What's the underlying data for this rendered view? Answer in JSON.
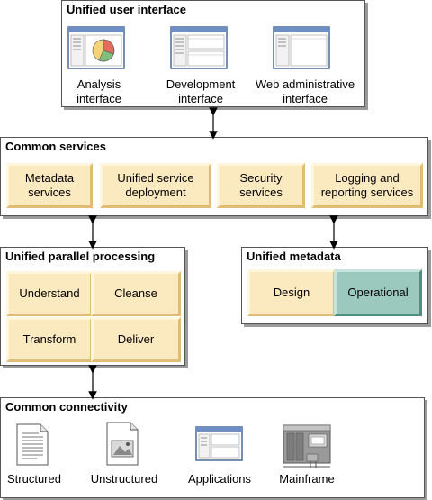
{
  "unified_ui": {
    "title": "Unified user interface",
    "items": [
      {
        "label": "Analysis interface",
        "icon": "analysis-window-pie-chart-icon"
      },
      {
        "label": "Development interface",
        "icon": "development-window-icon"
      },
      {
        "label": "Web administrative interface",
        "icon": "web-admin-window-icon"
      }
    ]
  },
  "common_services": {
    "title": "Common services",
    "items": [
      "Metadata services",
      "Unified service deployment",
      "Security services",
      "Logging and reporting services"
    ]
  },
  "parallel_processing": {
    "title": "Unified parallel processing",
    "items": [
      "Understand",
      "Cleanse",
      "Transform",
      "Deliver"
    ]
  },
  "unified_metadata": {
    "title": "Unified metadata",
    "items": [
      "Design",
      "Operational"
    ]
  },
  "connectivity": {
    "title": "Common connectivity",
    "items": [
      {
        "label": "Structured",
        "icon": "structured-document-icon"
      },
      {
        "label": "Unstructured",
        "icon": "unstructured-document-icon"
      },
      {
        "label": "Applications",
        "icon": "application-window-icon"
      },
      {
        "label": "Mainframe",
        "icon": "mainframe-icon"
      }
    ]
  },
  "colors": {
    "cell_fill": "#fbe9c0",
    "operational_fill": "#9cc9bd",
    "panel_border": "#555555"
  }
}
